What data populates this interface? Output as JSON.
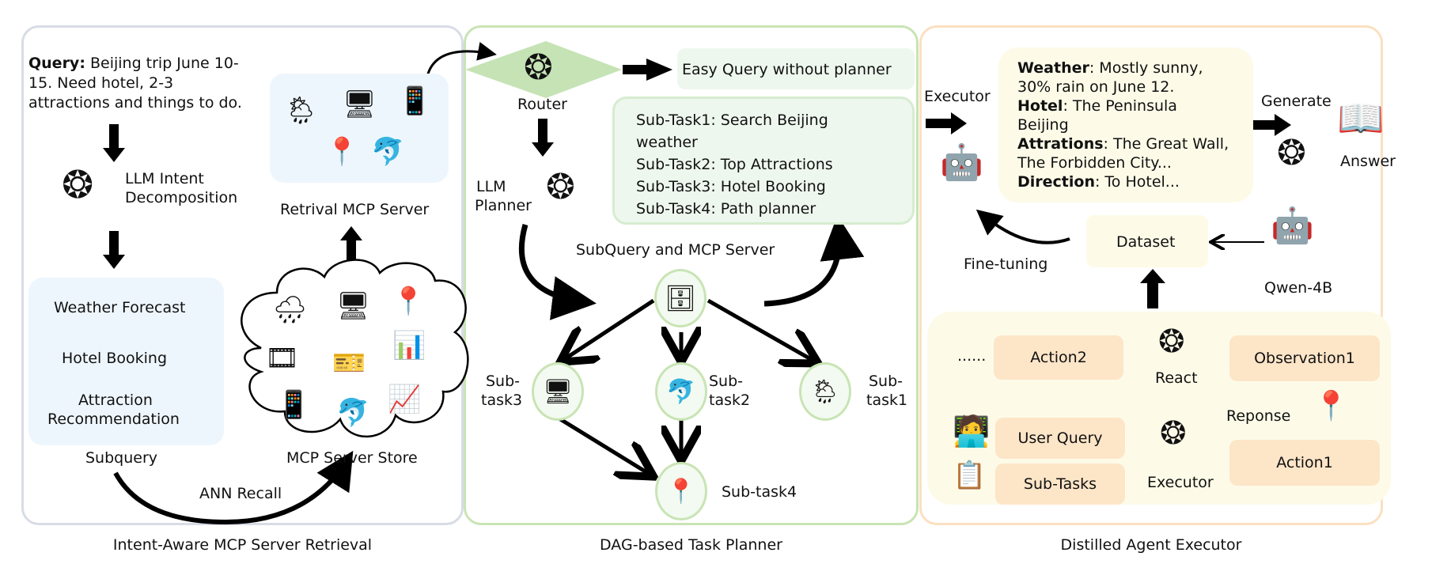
{
  "panels": {
    "retrieval": {
      "caption": "Intent-Aware MCP Server Retrieval",
      "query_label": "Query:",
      "query_lines": [
        "Beijing trip June 10-",
        "15. Need hotel, 2-3",
        "attractions and things to do."
      ],
      "intent_label_1": "LLM Intent",
      "intent_label_2": "Decomposition",
      "retrival_server_label": "Retrival MCP Server",
      "subqueries": [
        "Weather Forecast",
        "Hotel Booking",
        "Attraction",
        "Recommendation"
      ],
      "subquery_label": "Subquery",
      "store_label": "MCP Server Store",
      "ann_label": "ANN Recall"
    },
    "planner": {
      "caption": "DAG-based Task Planner",
      "router_label": "Router",
      "easy_query": "Easy Query without planner",
      "planner_label_1": "LLM",
      "planner_label_2": "Planner",
      "subtasks": [
        "Sub-Task1: Search Beijing",
        "weather",
        "Sub-Task2: Top Attractions",
        "Sub-Task3: Hotel Booking",
        "Sub-Task4: Path  planner"
      ],
      "subquery_server_label": "SubQuery and MCP Server",
      "node_labels": {
        "task3": [
          "Sub-",
          "task3"
        ],
        "task2": [
          "Sub-",
          "task2"
        ],
        "task1": [
          "Sub-",
          "task1"
        ],
        "task4": "Sub-task4"
      }
    },
    "executor": {
      "caption": "Distilled Agent Executor",
      "executor_label": "Executor",
      "result": [
        {
          "key": "Weather",
          "value": ": Mostly sunny,"
        },
        {
          "key": "",
          "value": "30% rain on June 12."
        },
        {
          "key": "Hotel",
          "value": ": The Peninsula"
        },
        {
          "key": "",
          "value": "Beijing"
        },
        {
          "key": "Attrations",
          "value": ": The Great Wall,"
        },
        {
          "key": "",
          "value": "The Forbidden City..."
        },
        {
          "key": "Direction",
          "value": ": To Hotel..."
        }
      ],
      "generate_label": "Generate",
      "answer_label": "Answer",
      "dataset_label": "Dataset",
      "finetune_label": "Fine-tuning",
      "qwen_label": "Qwen-4B",
      "dots": "......",
      "action2": "Action2",
      "observation1": "Observation1",
      "react_label": "React",
      "reponse_label": "Reponse",
      "user_query": "User Query",
      "sub_tasks": "Sub-Tasks",
      "executor_inner_label": "Executor",
      "action1": "Action1"
    }
  },
  "colors": {
    "panel1_border": "#d8dce6",
    "panel2_border": "#c8e4b4",
    "panel3_border": "#fbe0c0",
    "router_diamond": "#c5e3b5",
    "peach": "#fde5c8",
    "cream": "#fdfbe8",
    "light_blue": "#eef6fd"
  }
}
